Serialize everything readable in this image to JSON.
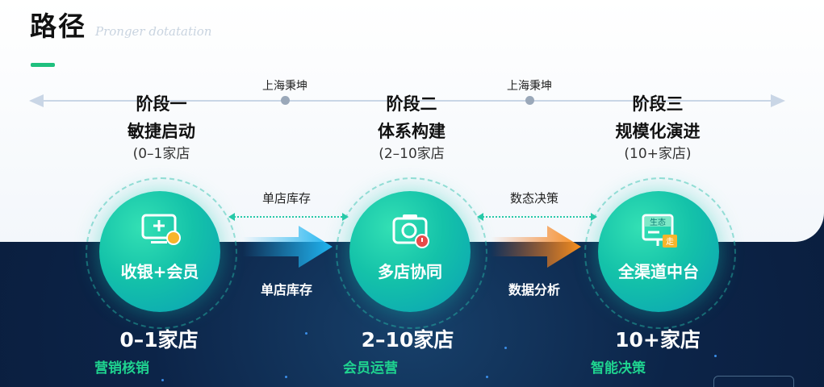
{
  "header": {
    "title": "路径",
    "watermark": "Pronger dotatation"
  },
  "timeline": {
    "mid_labels": [
      "上海秉坤",
      "上海秉坤"
    ]
  },
  "stages": [
    {
      "name": "阶段一",
      "desc": "敏捷启动",
      "range": "(0–1家店",
      "circle_label": "收银+会员",
      "count": "0–1家店",
      "sub": "营销核销"
    },
    {
      "name": "阶段二",
      "desc": "体系构建",
      "range": "(2–10家店",
      "circle_label": "多店协同",
      "count": "2–10家店",
      "sub": "会员运营"
    },
    {
      "name": "阶段三",
      "desc": "规模化演进",
      "range": "(10+家店)",
      "circle_label": "全渠道中台",
      "count": "10+家店",
      "sub": "智能决策"
    }
  ],
  "connectors": [
    {
      "top_label": "单店库存",
      "bottom_label": "单店库存",
      "arrow_color": "#1fb4f0"
    },
    {
      "top_label": "数态决策",
      "bottom_label": "数据分析",
      "arrow_color": "#f26a1b"
    }
  ],
  "icons": {
    "stage1": "monitor-plus-icon",
    "stage2": "camera-alert-icon",
    "stage3": "status-board-icon"
  },
  "stage3_icon_text": {
    "top": "生态",
    "badge": "走"
  },
  "colors": {
    "accent_green": "#1fc07e",
    "circle_teal": "#14c2a9",
    "arrow_blue": "#1fb4f0",
    "arrow_orange": "#f26a1b"
  }
}
